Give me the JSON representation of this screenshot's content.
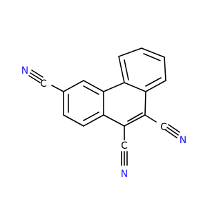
{
  "molecule": {
    "atom_labels": {
      "c_left": "C",
      "n_left": "N",
      "c_right": "C",
      "n_right": "N",
      "c_bottom": "C",
      "n_bottom": "N"
    },
    "colors": {
      "bond": "#000000",
      "carbon_label": "#000000",
      "nitrogen_label": "#1a1aff",
      "background": "#ffffff"
    }
  }
}
